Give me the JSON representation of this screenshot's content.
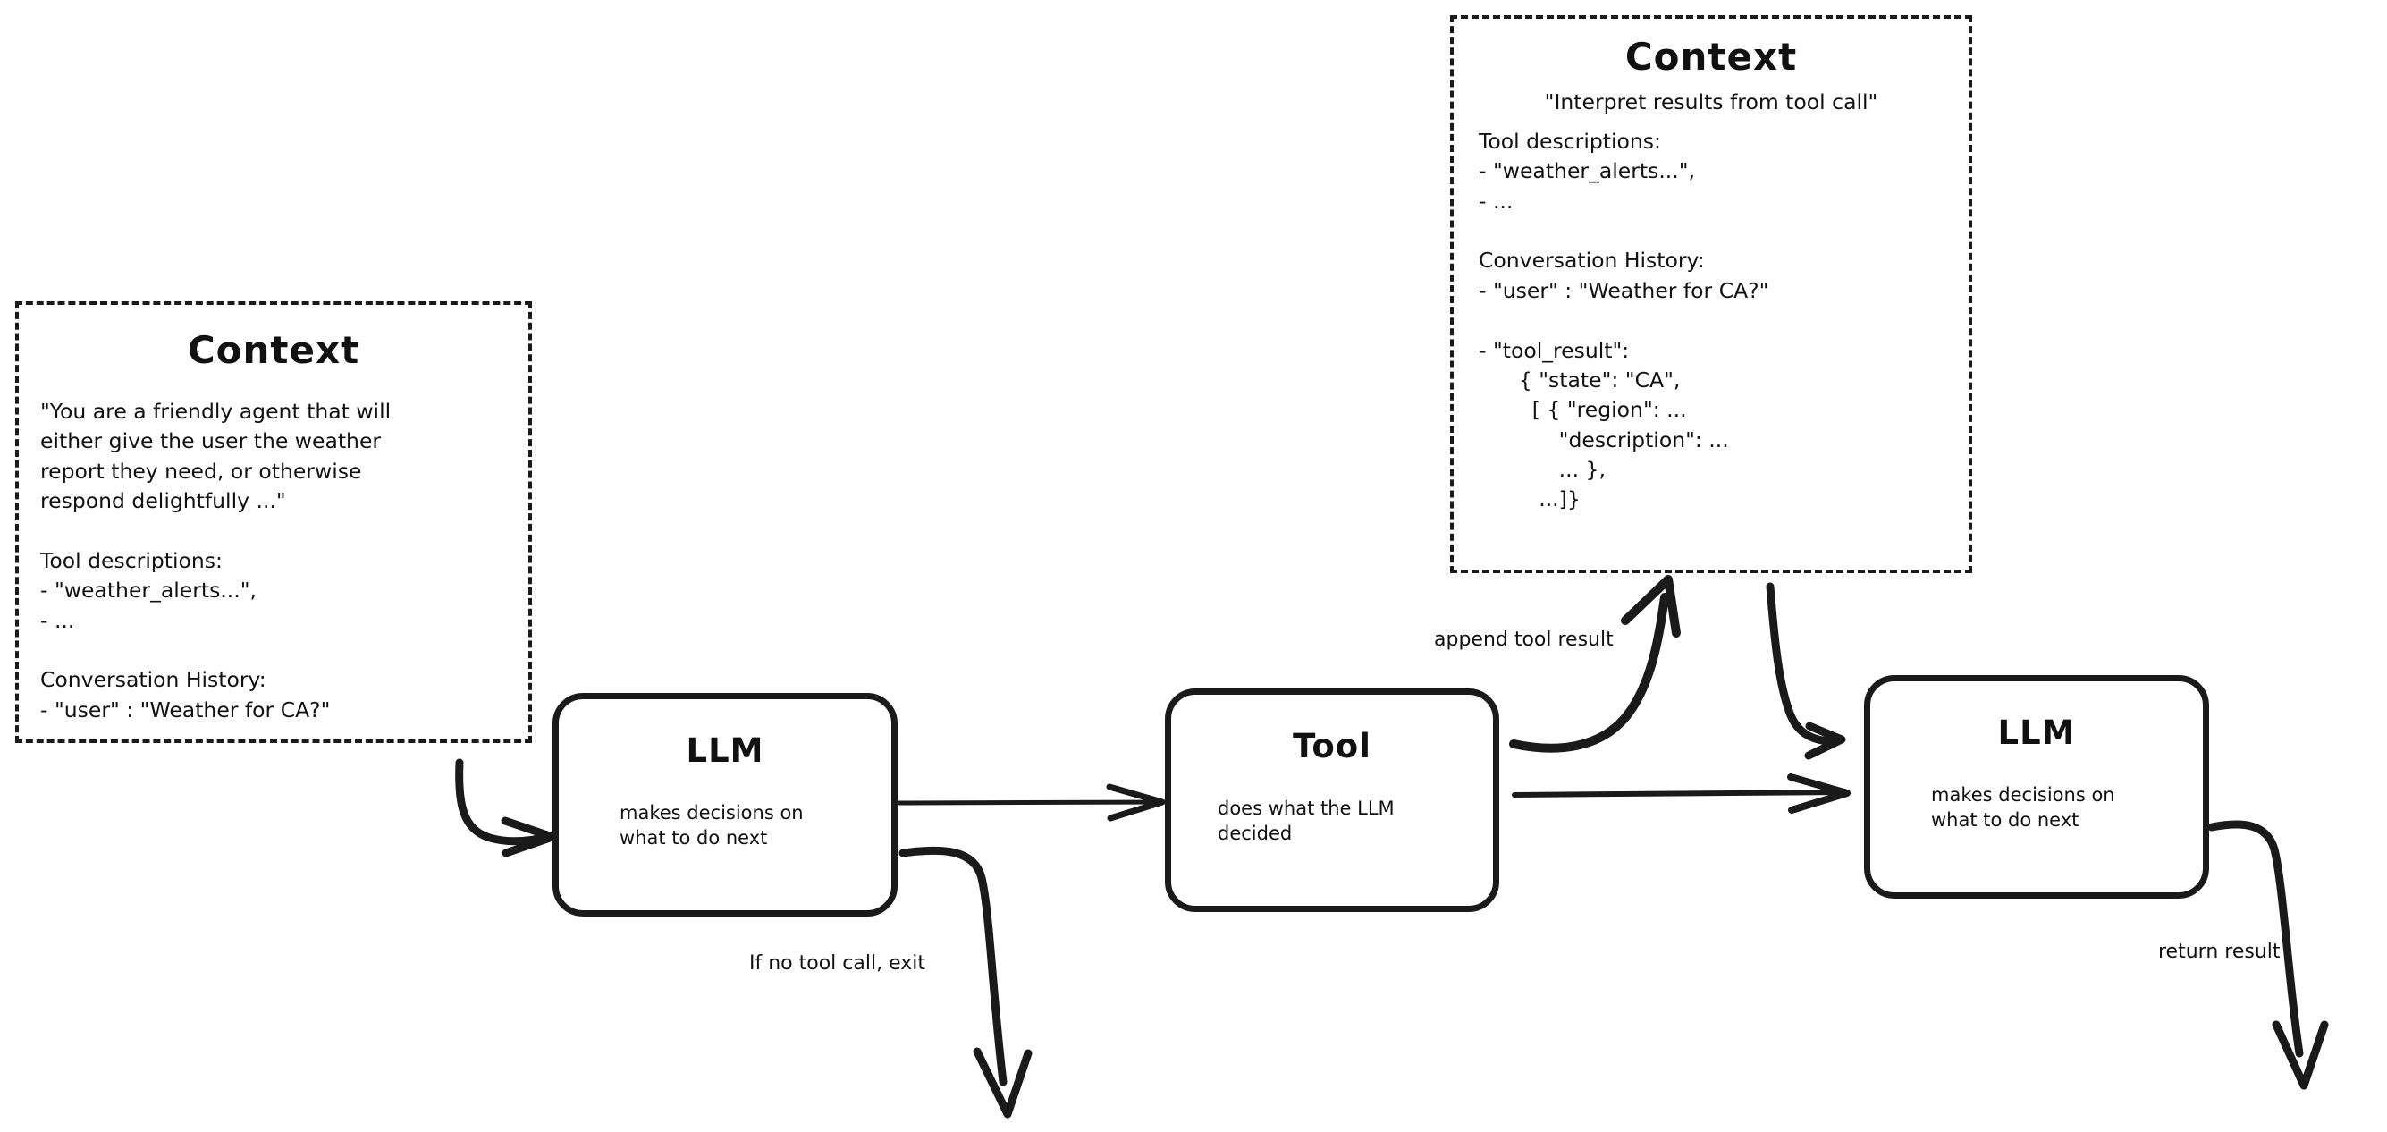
{
  "diagram": {
    "background": "#ffffff",
    "ink": "#1a1a1a"
  },
  "context_left": {
    "title": "Context",
    "body": "\"You are a friendly agent that will\neither give the user the weather\nreport they need, or otherwise\nrespond delightfully ...\"\n\nTool descriptions:\n- \"weather_alerts...\",\n- ...\n\nConversation History:\n- \"user\" : \"Weather for CA?\""
  },
  "context_right": {
    "title": "Context",
    "quote": "\"Interpret results from tool call\"",
    "body": "Tool descriptions:\n- \"weather_alerts...\",\n- ...\n\nConversation History:\n- \"user\" : \"Weather for CA?\"\n\n- \"tool_result\":\n      { \"state\": \"CA\",\n        [ { \"region\": ...\n            \"description\": ...\n            ... },\n         ...]}"
  },
  "nodes": [
    {
      "id": "llm-1",
      "title": "LLM",
      "subtitle": "makes decisions on\nwhat to do next"
    },
    {
      "id": "tool",
      "title": "Tool",
      "subtitle": "does what the LLM\ndecided"
    },
    {
      "id": "llm-2",
      "title": "LLM",
      "subtitle": "makes decisions on\nwhat to do next"
    }
  ],
  "edges": {
    "if_no_tool_call": "If no tool call, exit",
    "append_tool_result": "append tool result",
    "return_result": "return result"
  }
}
